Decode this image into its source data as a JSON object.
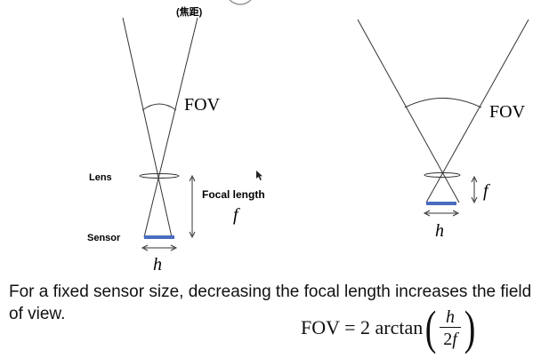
{
  "top_note": "(焦距)",
  "left_diagram": {
    "fov_label": "FOV",
    "lens_label": "Lens",
    "sensor_label": "Sensor",
    "focal_length_label": "Focal length",
    "f_label": "f",
    "h_label": "h"
  },
  "right_diagram": {
    "fov_label": "FOV",
    "f_label": "f",
    "h_label": "h"
  },
  "caption": "For a fixed sensor size, decreasing the focal length increases the field of view.",
  "formula": {
    "lhs": "FOV = 2 arctan",
    "numerator": "h",
    "denominator_coef": "2",
    "denominator_var": "f"
  },
  "colors": {
    "sensor": "#4a6cc0",
    "lines": "#333333"
  }
}
